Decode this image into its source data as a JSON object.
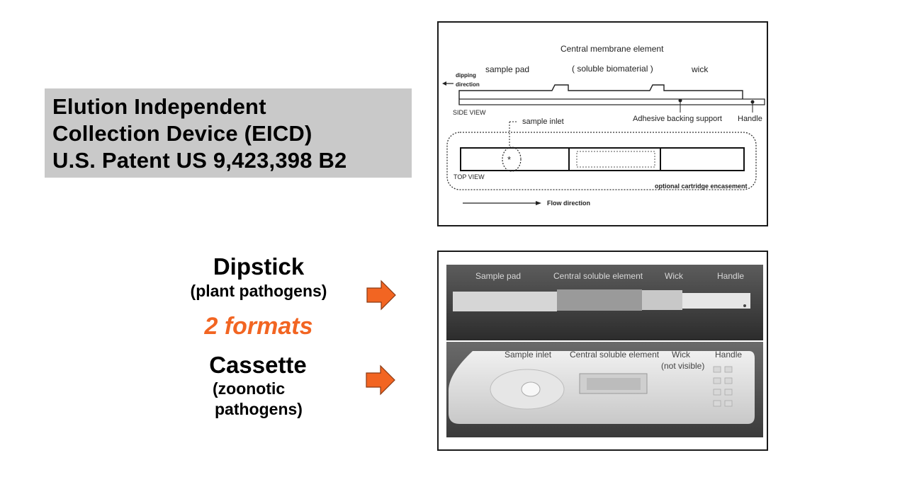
{
  "title": {
    "line1": "Elution Independent",
    "line2": "Collection Device  (EICD)",
    "line3": "U.S. Patent US 9,423,398 B2"
  },
  "formats": {
    "dipstick_title": "Dipstick",
    "dipstick_sub": "(plant pathogens)",
    "middle": "2 formats",
    "cassette_title": "Cassette",
    "cassette_sub1": "(zoonotic",
    "cassette_sub2": "pathogens)"
  },
  "diagram": {
    "central_membrane": "Central membrane element",
    "sample_pad": "sample pad",
    "soluble": "( soluble biomaterial )",
    "wick": "wick",
    "dipping1": "dipping",
    "dipping2": "direction",
    "side_view": "SIDE VIEW",
    "sample_inlet": "sample inlet",
    "adhesive": "Adhesive backing support",
    "handle": "Handle",
    "top_view": "TOP VIEW",
    "cartridge": "optional cartridge encasement",
    "flow": "Flow direction"
  },
  "photo": {
    "dip_sample_pad": "Sample pad",
    "dip_central": "Central soluble element",
    "dip_wick": "Wick",
    "dip_handle": "Handle",
    "cas_inlet": "Sample inlet",
    "cas_central": "Central soluble element",
    "cas_wick": "Wick",
    "cas_not_visible": "(not visible)",
    "cas_handle": "Handle"
  },
  "colors": {
    "accent": "#f26522",
    "title_bg": "#c9c9c9"
  }
}
